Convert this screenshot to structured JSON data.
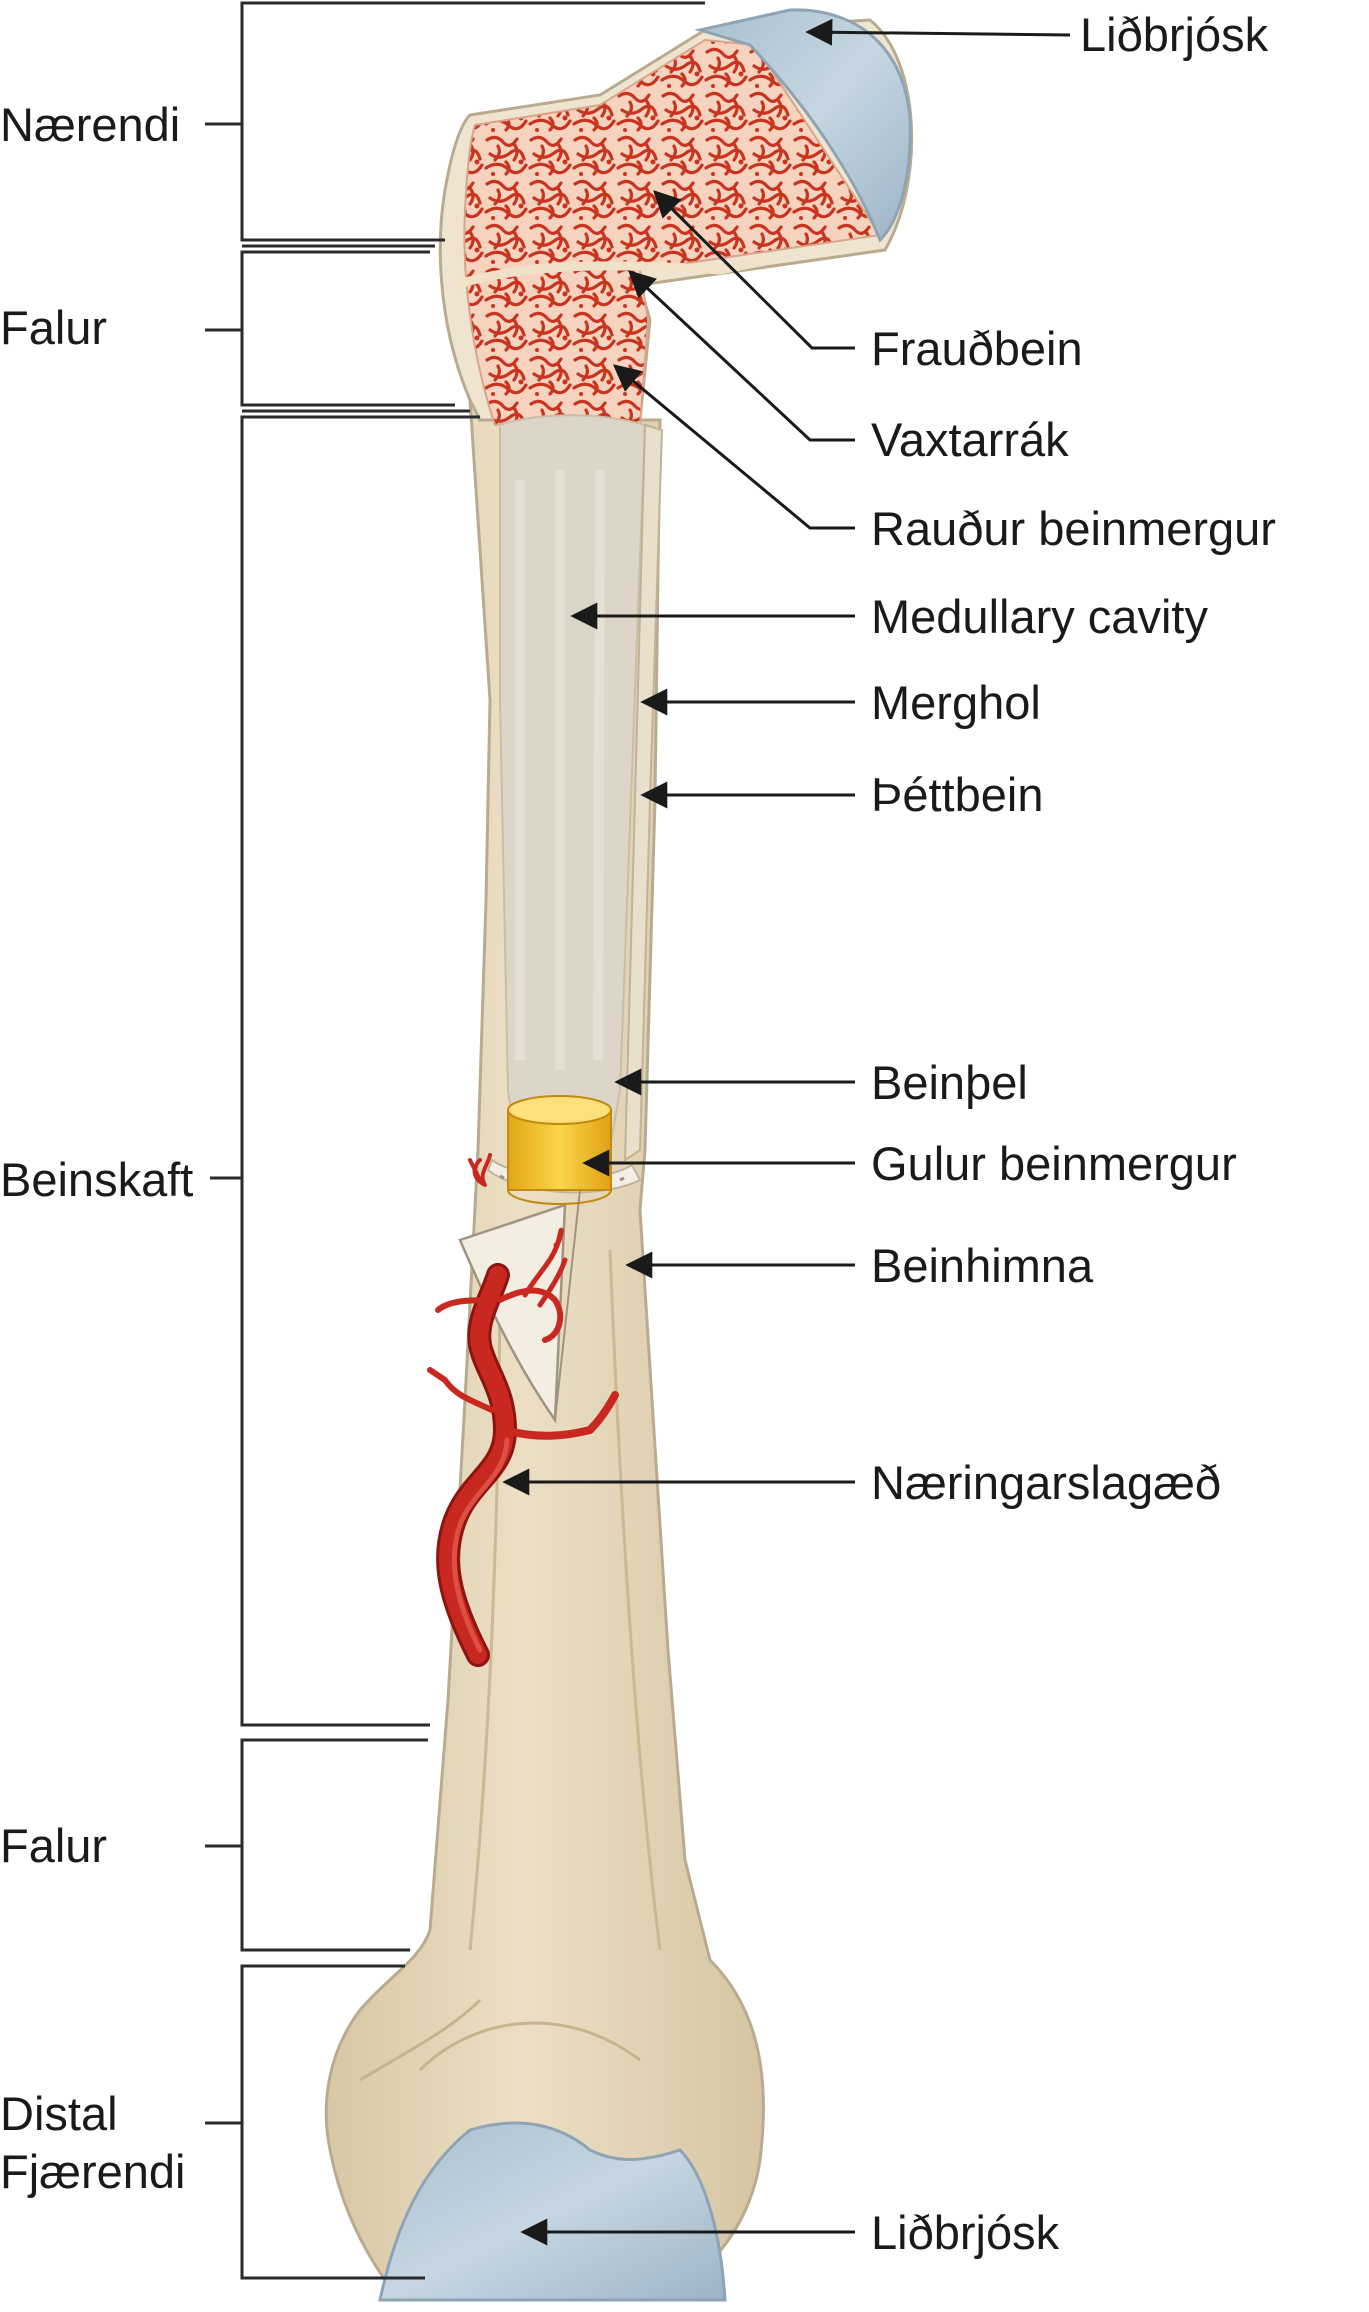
{
  "left_labels": {
    "proximal_epiphysis": "Nærendi",
    "proximal_metaphysis": "Falur",
    "diaphysis": "Beinskaft",
    "distal_metaphysis": "Falur",
    "distal_epiphysis_line1": "Distal",
    "distal_epiphysis_line2": "Fjærendi"
  },
  "right_labels": {
    "articular_cartilage_top": "Liðbrjósk",
    "spongy_bone": "Frauðbein",
    "epiphyseal_line": "Vaxtarrák",
    "red_marrow": "Rauður beinmergur",
    "medullary_cavity": "Medullary cavity",
    "marrow_cavity": "Merghol",
    "compact_bone": "Þéttbein",
    "endosteum": "Beinþel",
    "yellow_marrow": "Gulur beinmergur",
    "periosteum": "Beinhimna",
    "nutrient_artery": "Næringarslagæð",
    "articular_cartilage_bottom": "Liðbrjósk"
  },
  "colors": {
    "bone": "#e6d8bc",
    "bone_edge": "#b9ab8f",
    "cartilage": "#b4c8d6",
    "spongy": "#cc3a22",
    "marrow_cavity": "#ddd6c8",
    "yellow_marrow": "#f2c025",
    "artery": "#c8281f"
  }
}
